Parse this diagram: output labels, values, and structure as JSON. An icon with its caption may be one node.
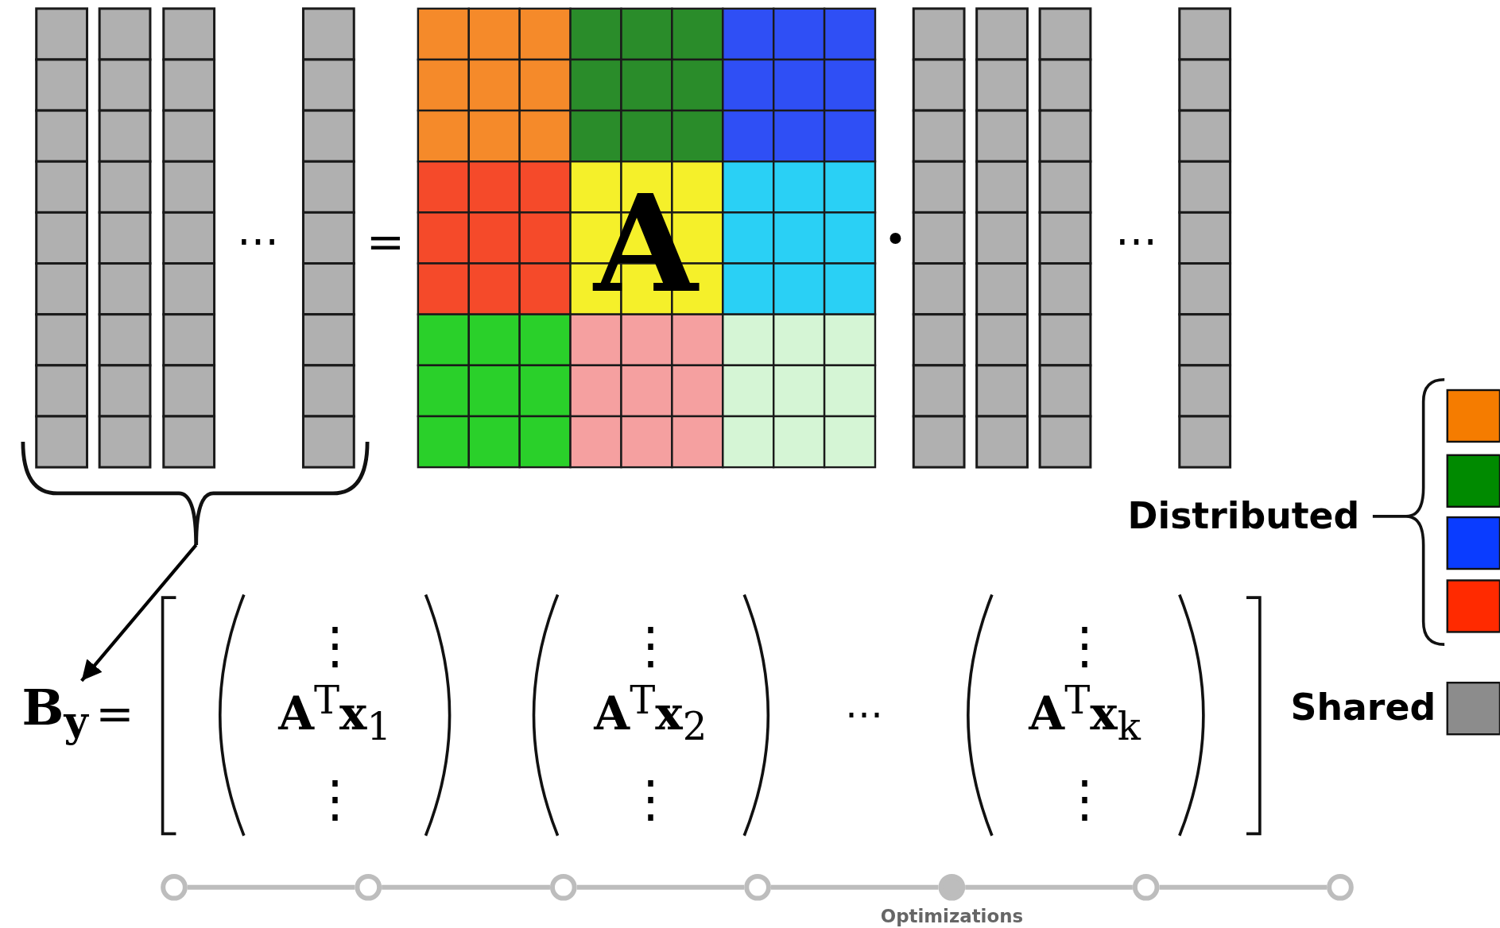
{
  "diagram": {
    "nodes": [
      {
        "text": [],
        "shape": "brace"
      },
      {
        "text": [
          "B$_{y}$"
        ]
      },
      {
        "text": [],
        "shape": "circle"
      },
      {
        "text": [],
        "shape": "circle"
      },
      {
        "text": [],
        "shape": "circle"
      },
      {
        "text": [],
        "shape": "circle"
      },
      {
        "text": [],
        "shape": "circle",
        "beside": [
          "Optimizations"
        ]
      },
      {
        "text": [],
        "shape": "circle"
      },
      {
        "text": [],
        "shape": "circle"
      }
    ],
    "edges": [
      {
        "from": 0,
        "to": 1,
        "arrow": "to",
        "color": "#000000"
      },
      {
        "from": 2,
        "to": 3,
        "arrow": "none"
      },
      {
        "from": 3,
        "to": 4,
        "arrow": "none"
      },
      {
        "from": 4,
        "to": 5,
        "arrow": "none"
      },
      {
        "from": 5,
        "to": 6,
        "arrow": "none"
      },
      {
        "from": 6,
        "to": 7,
        "arrow": "none"
      },
      {
        "from": 7,
        "to": 8,
        "arrow": "none"
      }
    ],
    "labels": [
      "⋯",
      "=",
      "A",
      "•",
      "⋯",
      "=",
      "⋮",
      "**A**$^{T}$**x**$_{1}$",
      "⋮",
      "⋮",
      "**A**$^{T}$**x**$_{2}$",
      "⋮",
      "⋯",
      "⋮",
      "**A**$^{T}$**x**$_{k}$",
      "⋮"
    ],
    "legend": [
      {
        "text": "Distributed"
      },
      {
        "text": "Shared",
        "color": "#8c8c8c"
      }
    ]
  }
}
